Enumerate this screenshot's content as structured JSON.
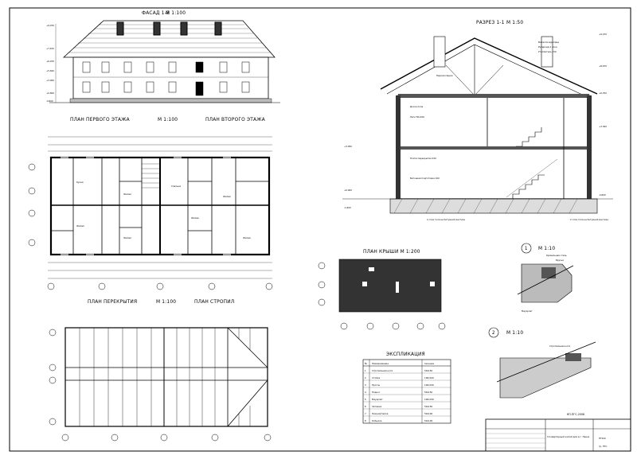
{
  "titles": {
    "facade": "ФАСАД 1-8",
    "facade_scale": "М 1:100",
    "plan1": "ПЛАН ПЕРВОГО ЭТАЖА",
    "plan_scale": "М 1:100",
    "plan2": "ПЛАН ВТОРОГО ЭТАЖА",
    "section": "РАЗРЕЗ 1-1",
    "section_scale": "М 1:50",
    "roof": "ПЛАН КРЫШИ М 1:200",
    "overlap": "ПЛАН ПЕРЕКРЫТИЯ",
    "overlap_scale": "М 1:100",
    "rafters": "ПЛАН СТРОПИЛ",
    "node1_scale": "М 1:10",
    "node2_scale": "М 1:10",
    "spec": "ЭКСПЛИКАЦИЯ"
  },
  "levels": {
    "facade": [
      "+9,070",
      "+7,670",
      "+6,070",
      "+5,620",
      "+3,050",
      "+0,600",
      "-0,600"
    ],
    "section": [
      "+9,470",
      "+8,670",
      "+6,700",
      "+3,300",
      "+3,050",
      "+0,000",
      "-0,600",
      "-1,600"
    ]
  },
  "section_layers": [
    "Металлочерепица",
    "Рубероид 2 слоя",
    "Утеплитель 150",
    "Пароизоляция",
    "Доска пола",
    "Лаги 50х100",
    "Плита перекрытия 220",
    "Бетонная подготовка 100"
  ],
  "section_notes": [
    "2 слоя толя на битумной мастике",
    "2 слоя толя на битумной мастике"
  ],
  "plan_rooms": [
    "Кухня",
    "Жилая",
    "Жилая",
    "Жилая",
    "Спальня",
    "Жилая",
    "Жилая",
    "Жилая"
  ],
  "node_labels": [
    "Кровельная сталь",
    "Брусья",
    "Мауэрлат",
    "Стропильная нога"
  ],
  "spec_table": {
    "headers": [
      "№",
      "Наименование",
      "Сечение"
    ],
    "rows": [
      [
        "1",
        "Стропильная нога",
        "50х150"
      ],
      [
        "2",
        "Стойка",
        "100х100"
      ],
      [
        "3",
        "Прогон",
        "100х150"
      ],
      [
        "4",
        "Подкос",
        "50х150"
      ],
      [
        "5",
        "Мауэрлат",
        "100х150"
      ],
      [
        "6",
        "Затяжка",
        "50х150"
      ],
      [
        "7",
        "Нижняя балка",
        "50х100"
      ],
      [
        "8",
        "Кобылка",
        "50х100"
      ]
    ]
  },
  "stamp": {
    "code": "КП-ПГС-2008",
    "title": "10 квартирный жилой дом в г. Пенза",
    "org": "ПГУАС",
    "group": "гр. ПГС"
  }
}
